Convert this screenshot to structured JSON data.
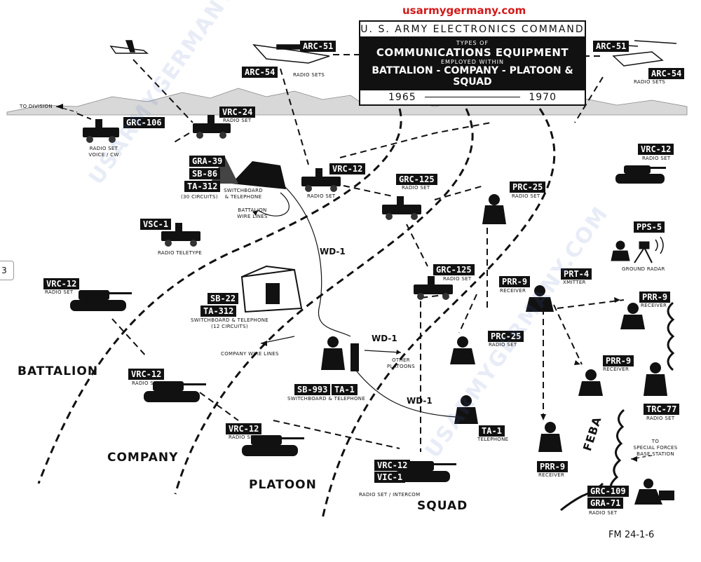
{
  "website": "usarmygermany.com",
  "title": {
    "line1": "U. S. ARMY ELECTRONICS COMMAND",
    "line2": "TYPES OF",
    "line3": "COMMUNICATIONS EQUIPMENT",
    "line4": "EMPLOYED WITHIN",
    "line5": "BATTALION - COMPANY - PLATOON & SQUAD",
    "year_start": "1965",
    "year_end": "1970"
  },
  "zones": {
    "battalion": "BATTALION",
    "company": "COMPANY",
    "platoon": "PLATOON",
    "squad": "SQUAD",
    "feba": "FEBA"
  },
  "wires": {
    "wd1_a": "WD-1",
    "wd1_b": "WD-1",
    "wd1_c": "WD-1"
  },
  "labels": {
    "to_division": "TO DIVISION",
    "arc51_left": "ARC-51",
    "arc54_left": "ARC-54",
    "radio_sets_left": "RADIO SETS",
    "arc51_right": "ARC-51",
    "arc54_right": "ARC-54",
    "radio_sets_right": "RADIO SETS",
    "grc106": "GRC-106",
    "grc106_cap": "RADIO SET\nVOICE / CW",
    "vrc24": "VRC-24",
    "vrc24_cap": "RADIO SET",
    "gra39": "GRA-39",
    "sb86": "SB-86",
    "ta312_a": "TA-312",
    "circuits30": "(30 CIRCUITS)",
    "switchboard_tel_a": "SWITCHBOARD\n& TELEPHONE",
    "battalion_wire": "BATTALION\nWIRE LINES",
    "vrc12_jeep": "VRC-12",
    "vrc12_jeep_cap": "RADIO SET",
    "grc125_a": "GRC-125",
    "grc125_a_cap": "RADIO SET",
    "prc25_a": "PRC-25",
    "prc25_a_cap": "RADIO SET",
    "vrc12_tank_tr": "VRC-12",
    "vrc12_tank_tr_cap": "RADIO SET",
    "vsc1": "VSC-1",
    "vsc1_cap": "RADIO TELETYPE",
    "pps5": "PPS-5",
    "pps5_cap": "GROUND RADAR",
    "vrc12_bn": "VRC-12",
    "vrc12_bn_cap": "RADIO SET",
    "sb22": "SB-22",
    "ta312_b": "TA-312",
    "switchboard_tel_b": "SWITCHBOARD & TELEPHONE\n(12 CIRCUITS)",
    "company_wire": "COMPANY  WIRE LINES",
    "grc125_b": "GRC-125",
    "grc125_b_cap": "RADIO SET",
    "prr9_a": "PRR-9",
    "prr9_a_cap": "RECEIVER",
    "prt4": "PRT-4",
    "prt4_cap": "XMITTER",
    "prr9_b": "PRR-9",
    "prr9_b_cap": "RECEIVER",
    "prc25_b": "PRC-25",
    "prc25_b_cap": "RADIO SET",
    "other_platoons": "OTHER\nPLATOONS",
    "sb993": "SB-993",
    "ta1_a": "TA-1",
    "sb993_cap": "SWITCHBOARD & TELEPHONE",
    "vrc12_co": "VRC-12",
    "vrc12_co_cap": "RADIO SET",
    "prr9_c": "PRR-9",
    "prr9_c_cap": "RECEIVER",
    "trc77": "TRC-77",
    "trc77_cap": "RADIO SET",
    "ta1_b": "TA-1",
    "ta1_b_cap": "TELEPHONE",
    "vrc12_plt": "VRC-12",
    "vrc12_plt_cap": "RADIO SET",
    "vrc12_sq": "VRC-12",
    "vic1": "VIC-1",
    "vrc12_sq_cap": "RADIO SET / INTERCOM",
    "prr9_d": "PRR-9",
    "prr9_d_cap": "RECEIVER",
    "special_forces": "TO\nSPECIAL FORCES\nBASE STATION",
    "grc109": "GRC-109",
    "gra71": "GRA-71",
    "grc109_cap": "RADIO SET"
  },
  "margin_note": "3",
  "footer": "FM 24-1-6",
  "watermark": "USARMYGERMANY.COM"
}
